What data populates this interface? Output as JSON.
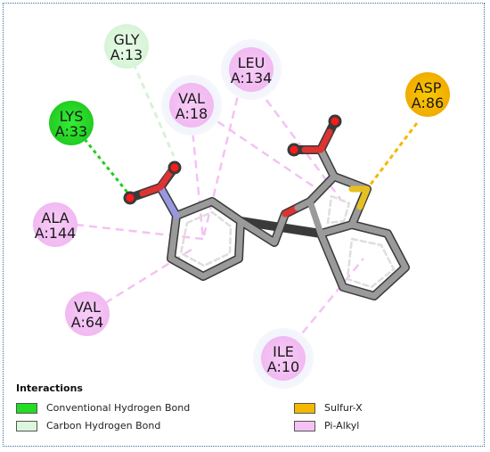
{
  "residues": [
    {
      "id": "gly13",
      "line1": "GLY",
      "line2": "A:13",
      "type": "carbon_hbond"
    },
    {
      "id": "leu134",
      "line1": "LEU",
      "line2": "A:134",
      "type": "pi_alkyl"
    },
    {
      "id": "val18",
      "line1": "VAL",
      "line2": "A:18",
      "type": "pi_alkyl"
    },
    {
      "id": "lys33",
      "line1": "LYS",
      "line2": "A:33",
      "type": "conventional_hbond"
    },
    {
      "id": "asp86",
      "line1": "ASP",
      "line2": "A:86",
      "type": "sulfur_x"
    },
    {
      "id": "ala144",
      "line1": "ALA",
      "line2": "A:144",
      "type": "pi_alkyl"
    },
    {
      "id": "val64",
      "line1": "VAL",
      "line2": "A:64",
      "type": "pi_alkyl"
    },
    {
      "id": "ile10",
      "line1": "ILE",
      "line2": "A:10",
      "type": "pi_alkyl"
    }
  ],
  "legend": {
    "title": "Interactions",
    "items": [
      {
        "label": "Conventional Hydrogen Bond",
        "color": "#22dd22"
      },
      {
        "label": "Carbon Hydrogen Bond",
        "color": "#dcf7dc"
      },
      {
        "label": "Sulfur-X",
        "color": "#f5b800"
      },
      {
        "label": "Pi-Alkyl",
        "color": "#f4c2f4"
      }
    ]
  },
  "colors": {
    "conventional_hbond": "#22dd22",
    "carbon_hbond": "#dcf7dc",
    "sulfur_x": "#f5b800",
    "pi_alkyl": "#f4c2f4",
    "carbon_atom": "#8a8a8a",
    "nitrogen_atom": "#9898e0",
    "oxygen_atom": "#dd1111",
    "sulfur_atom": "#e6c020"
  }
}
